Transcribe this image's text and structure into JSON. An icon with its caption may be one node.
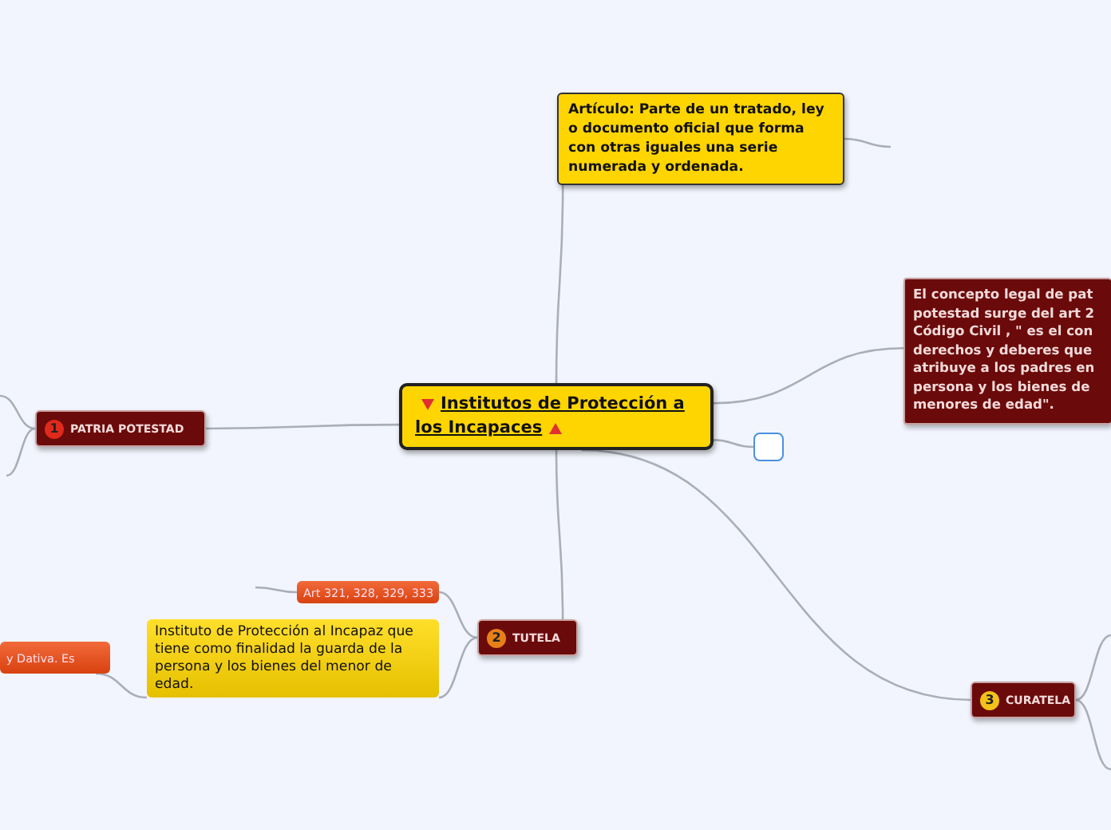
{
  "diagram": {
    "nodes": [
      {
        "text": [
          "Institutos de Protección a los Incapaces"
        ]
      },
      {
        "text": [
          "Artículo: Parte de un tratado, ley o documento oficial que forma con otras iguales una serie numerada y ordenada."
        ]
      },
      {
        "text": [],
        "shape": "box"
      },
      {
        "text": [
          "El concepto legal de pat potestad surge del art 2 Código Civil , \" es el con derechos y deberes que atribuye a los padres en persona y los bienes de menores de edad\"."
        ]
      },
      {
        "text": [
          "1",
          "PATRIA POTESTAD"
        ]
      },
      {
        "text": [
          "2",
          "TUTELA"
        ]
      },
      {
        "text": [
          "Art 321, 328, 329, 333"
        ]
      },
      {
        "text": [
          "Instituto de Protección al Incapaz que tiene como finalidad la guarda de la persona y los bienes del menor de edad."
        ]
      },
      {
        "text": [
          "y Dativa. Es"
        ]
      },
      {
        "text": [
          "3",
          "CURATELA"
        ]
      }
    ],
    "edges": [
      {
        "from": 0,
        "to": 1,
        "arrow": "none"
      },
      {
        "from": 1,
        "to": null,
        "arrow": "none"
      },
      {
        "from": 0,
        "to": 2,
        "arrow": "none"
      },
      {
        "from": 0,
        "to": 3,
        "arrow": "none"
      },
      {
        "from": 0,
        "to": 4,
        "arrow": "none"
      },
      {
        "from": 4,
        "to": null,
        "arrow": "none"
      },
      {
        "from": 4,
        "to": null,
        "arrow": "none"
      },
      {
        "from": 0,
        "to": 5,
        "arrow": "none"
      },
      {
        "from": 5,
        "to": 6,
        "arrow": "none"
      },
      {
        "from": 5,
        "to": 7,
        "arrow": "none"
      },
      {
        "from": 6,
        "to": null,
        "arrow": "none"
      },
      {
        "from": 7,
        "to": 8,
        "arrow": "none"
      },
      {
        "from": 0,
        "to": 9,
        "arrow": "none"
      },
      {
        "from": 9,
        "to": null,
        "arrow": "none"
      },
      {
        "from": 9,
        "to": null,
        "arrow": "none"
      }
    ]
  }
}
